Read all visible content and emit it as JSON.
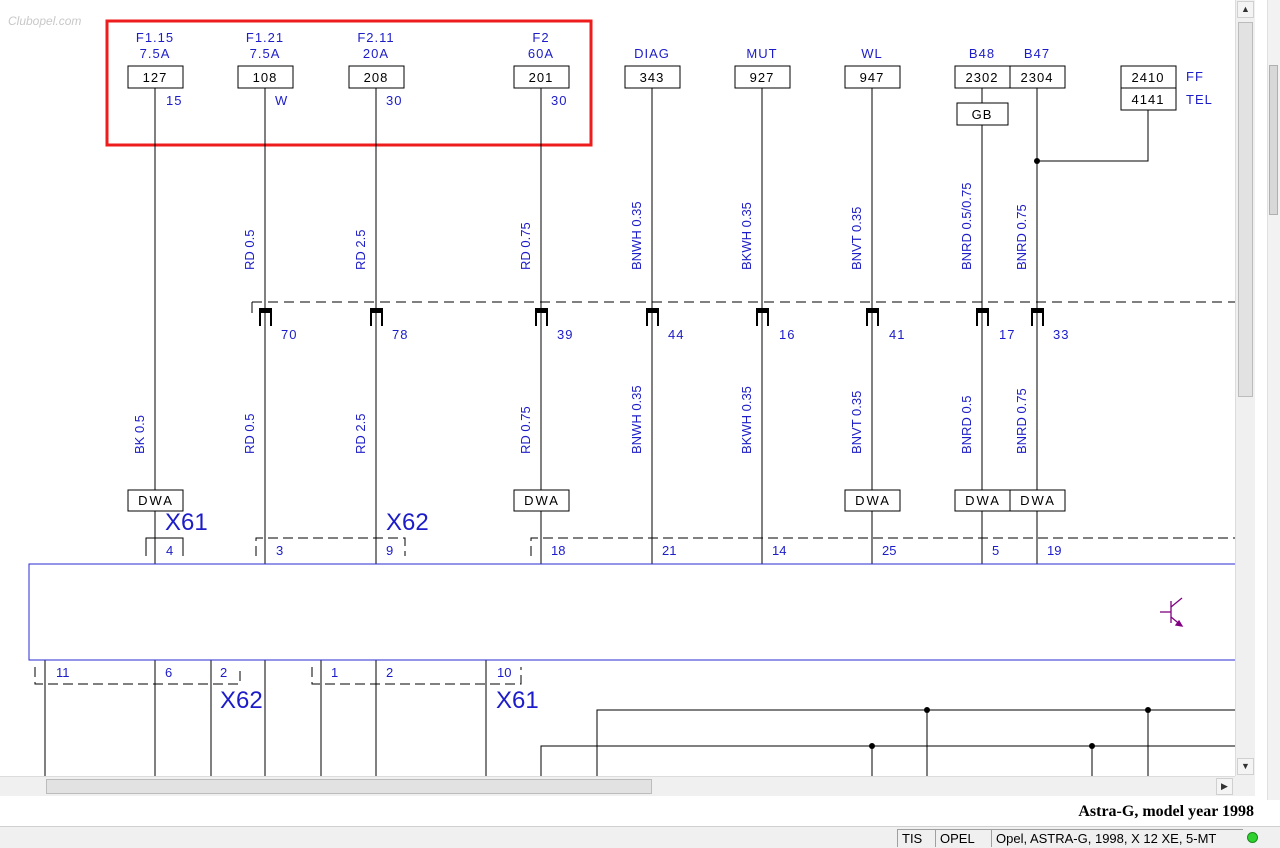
{
  "watermark": "Clubopel.com",
  "colors": {
    "wire": "#000000",
    "label": "#1c1cc8",
    "highlight": "#ee1c1c",
    "module": "#2a2ad0",
    "transistor": "#800080"
  },
  "top_terminals": [
    {
      "label1": "F1.15",
      "label2": "7.5A",
      "box": "127",
      "pin": "15"
    },
    {
      "label1": "F1.21",
      "label2": "7.5A",
      "box": "108",
      "pin": "W"
    },
    {
      "label1": "F2.11",
      "label2": "20A",
      "box": "208",
      "pin": "30"
    },
    {
      "label1": "F2",
      "label2": "60A",
      "box": "201",
      "pin": "30"
    },
    {
      "label1": "",
      "label2": "DIAG",
      "box": "343",
      "pin": ""
    },
    {
      "label1": "",
      "label2": "MUT",
      "box": "927",
      "pin": ""
    },
    {
      "label1": "",
      "label2": "WL",
      "box": "947",
      "pin": ""
    },
    {
      "label1": "",
      "label2": "B48",
      "box": "2302",
      "pin": ""
    },
    {
      "label1": "",
      "label2": "B47",
      "box": "2304",
      "pin": ""
    }
  ],
  "side_terminals": [
    {
      "box": "2410",
      "label": "FF"
    },
    {
      "box": "4141",
      "label": "TEL"
    }
  ],
  "gb_label": "GB",
  "wire_upper": [
    "RD 0.5",
    "RD 2.5",
    "RD 0.75",
    "BNWH 0.35",
    "BKWH 0.35",
    "BNVT 0.35",
    "BNRD 0.5/0.75",
    "BNRD 0.75"
  ],
  "wire_lower": [
    "BK 0.5",
    "RD 0.5",
    "RD 2.5",
    "RD 0.75",
    "BNWH 0.35",
    "BKWH 0.35",
    "BNVT 0.35",
    "BNRD 0.5",
    "BNRD 0.75"
  ],
  "connector_pins_upper": [
    "70",
    "78",
    "39",
    "44",
    "16",
    "41",
    "17",
    "33"
  ],
  "dwa_label": "DWA",
  "connectors": {
    "x61": "X61",
    "x62": "X62"
  },
  "module_pins_top": [
    "4",
    "3",
    "9",
    "18",
    "21",
    "14",
    "25",
    "5",
    "19"
  ],
  "module_pins_bottom": [
    "11",
    "6",
    "2",
    "1",
    "2",
    "10"
  ],
  "page_caption": "Astra-G, model year 1998",
  "status": {
    "app": "TIS",
    "brand": "OPEL",
    "vehicle": "Opel, ASTRA-G, 1998, X 12 XE, 5-MT"
  }
}
